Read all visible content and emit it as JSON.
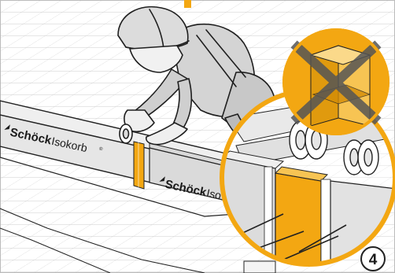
{
  "diagram": {
    "product_label_1": {
      "brand": "Schöck",
      "product": "Isokorb",
      "mark": "®"
    },
    "product_label_2": {
      "brand": "Schöck",
      "product": "Iso"
    },
    "step_number": "4"
  },
  "colors": {
    "accent": "#f3a712",
    "accent_light": "#f7c453",
    "line": "#222222",
    "grid": "#c9c9c9",
    "panel_face": "#e3e3e3",
    "panel_side": "#cfcfcf",
    "background": "#ffffff"
  },
  "icons": {
    "forbidden": "cross-mark-icon",
    "step": "step-number-badge"
  }
}
